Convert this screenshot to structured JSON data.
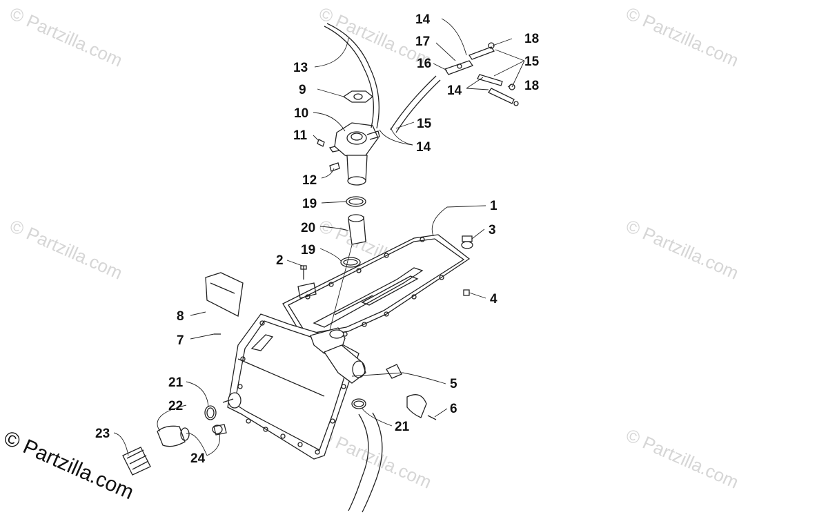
{
  "watermark": {
    "text": "© Partzilla.com"
  },
  "brand": {
    "text": "© Partzilla.com"
  },
  "callouts": [
    {
      "id": "c14a",
      "label": "14"
    },
    {
      "id": "c18a",
      "label": "18"
    },
    {
      "id": "c17",
      "label": "17"
    },
    {
      "id": "c15a",
      "label": "15"
    },
    {
      "id": "c13",
      "label": "13"
    },
    {
      "id": "c16",
      "label": "16"
    },
    {
      "id": "c14b",
      "label": "14"
    },
    {
      "id": "c18b",
      "label": "18"
    },
    {
      "id": "c9",
      "label": "9"
    },
    {
      "id": "c10",
      "label": "10"
    },
    {
      "id": "c15b",
      "label": "15"
    },
    {
      "id": "c11",
      "label": "11"
    },
    {
      "id": "c14c",
      "label": "14"
    },
    {
      "id": "c12",
      "label": "12"
    },
    {
      "id": "c19a",
      "label": "19"
    },
    {
      "id": "c1",
      "label": "1"
    },
    {
      "id": "c20",
      "label": "20"
    },
    {
      "id": "c3",
      "label": "3"
    },
    {
      "id": "c19b",
      "label": "19"
    },
    {
      "id": "c2",
      "label": "2"
    },
    {
      "id": "c4",
      "label": "4"
    },
    {
      "id": "c8",
      "label": "8"
    },
    {
      "id": "c7",
      "label": "7"
    },
    {
      "id": "c21a",
      "label": "21"
    },
    {
      "id": "c5",
      "label": "5"
    },
    {
      "id": "c22",
      "label": "22"
    },
    {
      "id": "c6",
      "label": "6"
    },
    {
      "id": "c21b",
      "label": "21"
    },
    {
      "id": "c23",
      "label": "23"
    },
    {
      "id": "c24",
      "label": "24"
    }
  ]
}
